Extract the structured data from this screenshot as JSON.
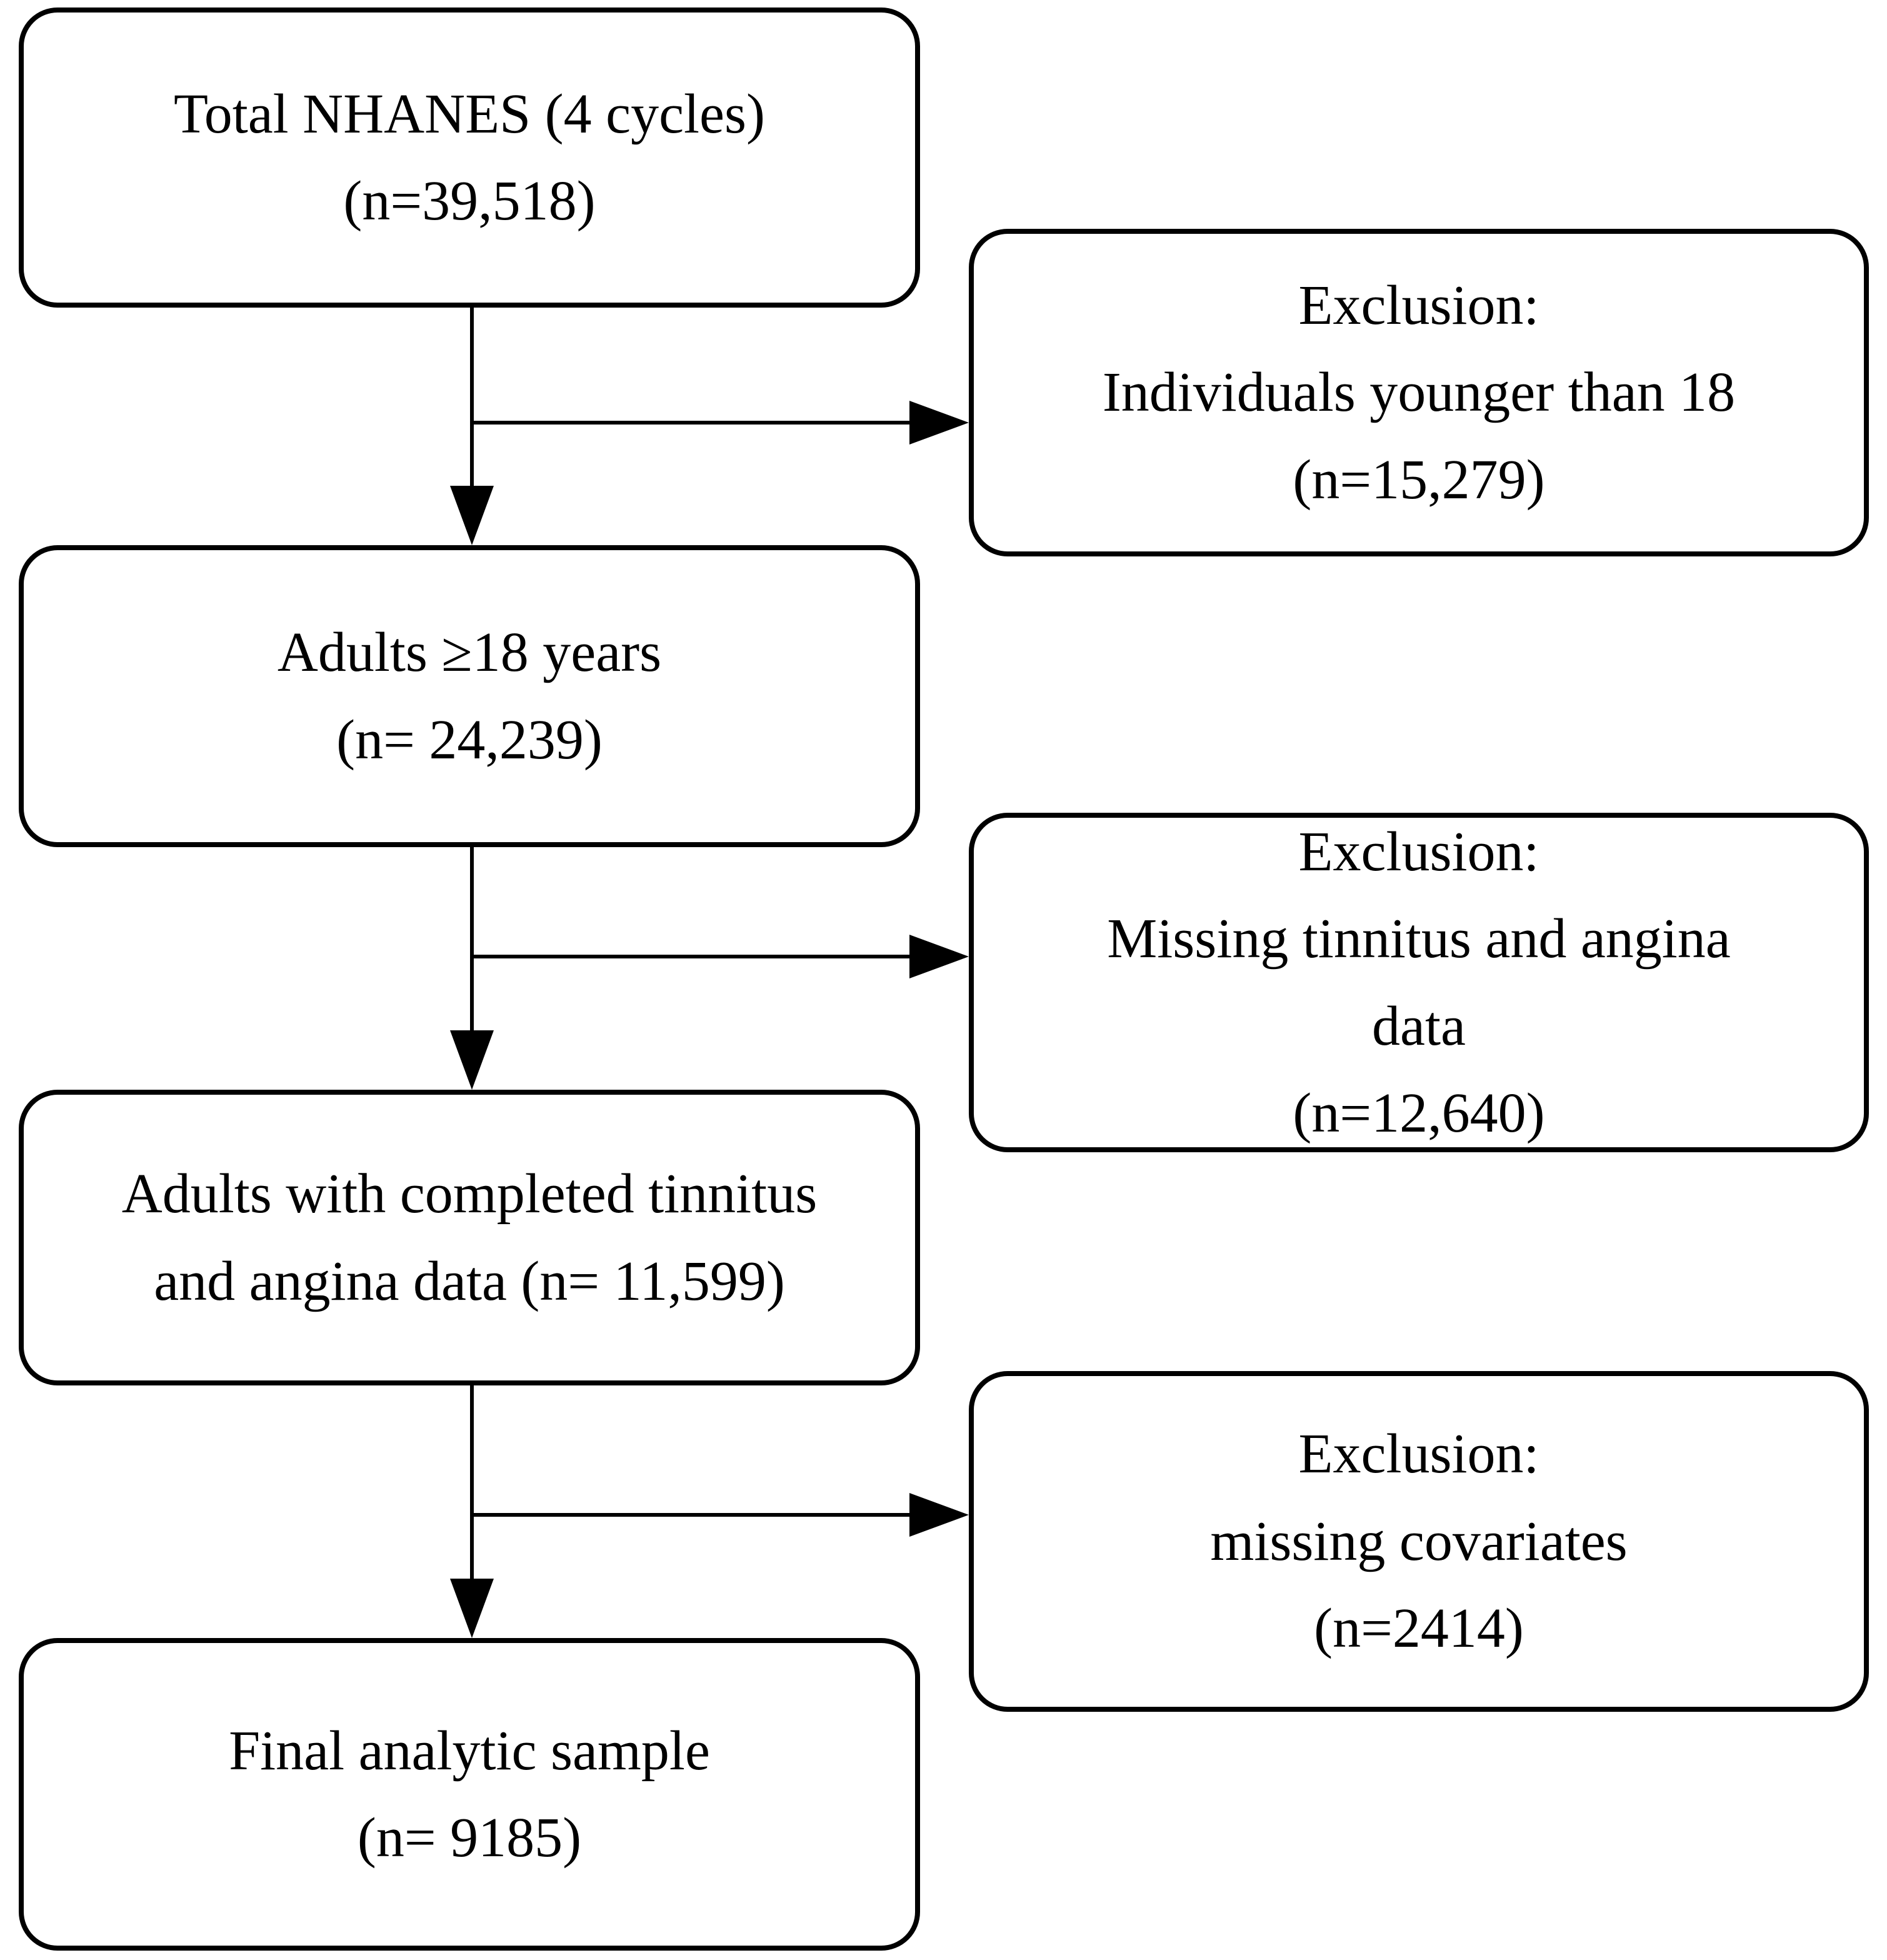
{
  "diagram": {
    "background_color": "#ffffff",
    "stroke_color": "#000000",
    "main_boxes": [
      {
        "lines": [
          "Total NHANES (4 cycles)",
          "(n=39,518)"
        ]
      },
      {
        "lines": [
          "Adults ≥18 years",
          "(n= 24,239)"
        ]
      },
      {
        "lines": [
          "Adults with completed tinnitus",
          "and angina data (n= 11,599)"
        ]
      },
      {
        "lines": [
          "Final analytic sample",
          "(n= 9185)"
        ]
      }
    ],
    "exclusion_boxes": [
      {
        "lines": [
          "Exclusion:",
          "Individuals younger than 18",
          "(n=15,279)"
        ]
      },
      {
        "lines": [
          "Exclusion:",
          "Missing tinnitus and angina",
          "data",
          "(n=12,640)"
        ]
      },
      {
        "lines": [
          "Exclusion:",
          "missing covariates",
          "(n=2414)"
        ]
      }
    ]
  }
}
